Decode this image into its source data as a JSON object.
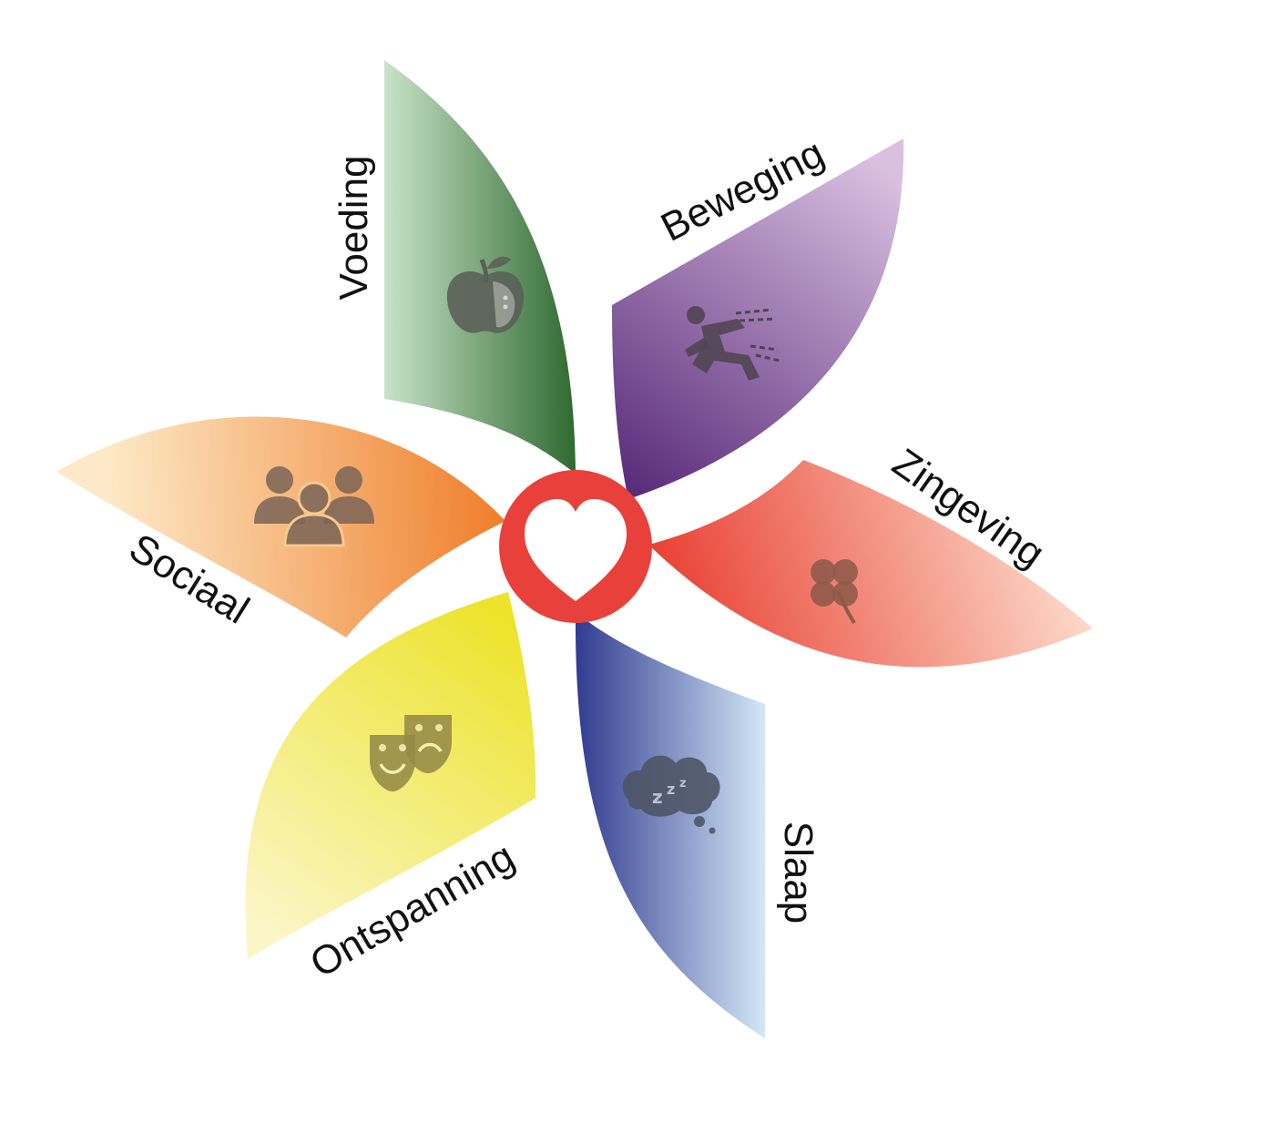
{
  "blades": [
    {
      "id": "voeding",
      "label": "Voeding",
      "icon": "apple-icon",
      "colors": {
        "light": "#c9e3c9",
        "dark": "#2f6a2f"
      },
      "icon_color": "#5a5f58"
    },
    {
      "id": "beweging",
      "label": "Beweging",
      "icon": "runner-icon",
      "colors": {
        "light": "#d9bfe0",
        "dark": "#5a2c7a"
      },
      "icon_color": "#4f4450"
    },
    {
      "id": "zingeving",
      "label": "Zingeving",
      "icon": "clover-icon",
      "colors": {
        "light": "#fde0cf",
        "dark": "#e8392c"
      },
      "icon_color": "#8d5a4a"
    },
    {
      "id": "slaap",
      "label": "Slaap",
      "icon": "sleep-cloud-icon",
      "colors": {
        "light": "#d2e7f6",
        "dark": "#2f3a8e"
      },
      "icon_color": "#4c5364"
    },
    {
      "id": "ontspanning",
      "label": "Ontspanning",
      "icon": "theater-masks-icon",
      "colors": {
        "light": "#fbf6c8",
        "dark": "#ece32a"
      },
      "icon_color": "#958a47"
    },
    {
      "id": "sociaal",
      "label": "Sociaal",
      "icon": "people-group-icon",
      "colors": {
        "light": "#fde9c7",
        "dark": "#ef7f2b"
      },
      "icon_color": "#7d6658"
    }
  ],
  "center": {
    "icon": "heart-icon",
    "ring_color": "#e8403a",
    "heart_color": "#ffffff"
  }
}
